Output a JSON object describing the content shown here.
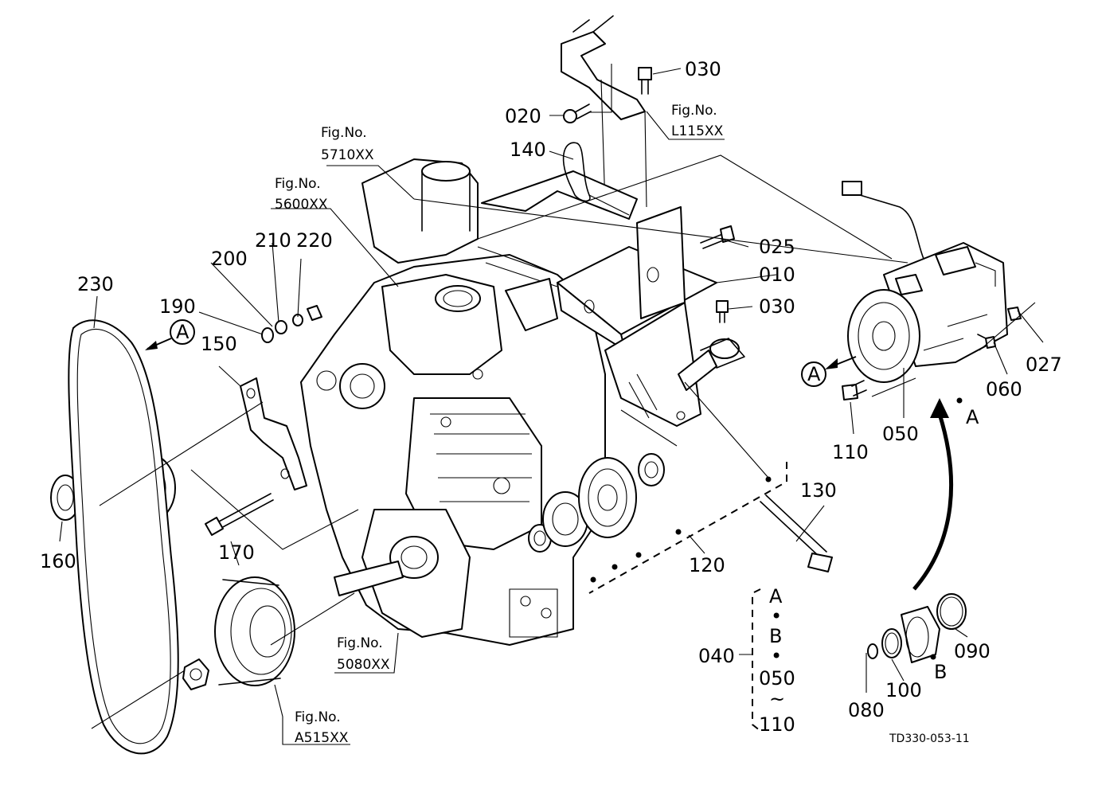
{
  "labels": {
    "p010": "010",
    "p020": "020",
    "p025": "025",
    "p027": "027",
    "p030_top": "030",
    "p030_mid": "030",
    "p040": "040",
    "p050": "050",
    "p060": "060",
    "p080": "080",
    "p090": "090",
    "p100": "100",
    "p110": "110",
    "p120": "120",
    "p130": "130",
    "p140": "140",
    "p150": "150",
    "p160": "160",
    "p170": "170",
    "p190": "190",
    "p200": "200",
    "p210": "210",
    "p220": "220",
    "p230": "230"
  },
  "fig_refs": {
    "l115_title": "Fig.No.",
    "l115_code": "L115XX",
    "f5710_title": "Fig.No.",
    "f5710_code": "5710XX",
    "f5600_title": "Fig.No.",
    "f5600_code": "5600XX",
    "f5080_title": "Fig.No.",
    "f5080_code": "5080XX",
    "a515_title": "Fig.No.",
    "a515_code": "A515XX"
  },
  "markers": {
    "circle_a_left": "A",
    "circle_a_right": "A",
    "a_comp": "A",
    "b_bearing": "B"
  },
  "group_bracket": {
    "a": "A",
    "sep1": "•",
    "b": "B",
    "sep2": "•",
    "from": "050",
    "tilde": "~",
    "to": "110"
  },
  "drawing_code": "TD330-053-11"
}
